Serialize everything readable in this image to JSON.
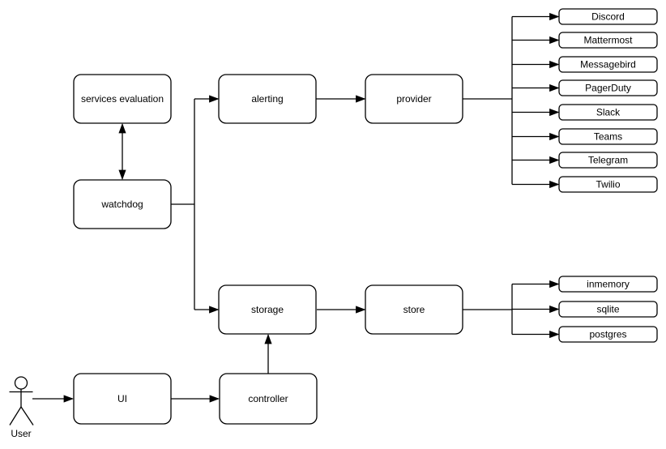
{
  "nodes": {
    "services_evaluation": "services evaluation",
    "watchdog": "watchdog",
    "alerting": "alerting",
    "provider": "provider",
    "storage": "storage",
    "store": "store",
    "ui": "UI",
    "controller": "controller"
  },
  "providers": [
    "Discord",
    "Mattermost",
    "Messagebird",
    "PagerDuty",
    "Slack",
    "Teams",
    "Telegram",
    "Twilio"
  ],
  "stores": [
    "inmemory",
    "sqlite",
    "postgres"
  ],
  "actor": {
    "label": "User"
  },
  "colors": {
    "stroke": "#000000",
    "node_fill": "#ffffff",
    "background": "#ffffff",
    "text": "#000000"
  }
}
